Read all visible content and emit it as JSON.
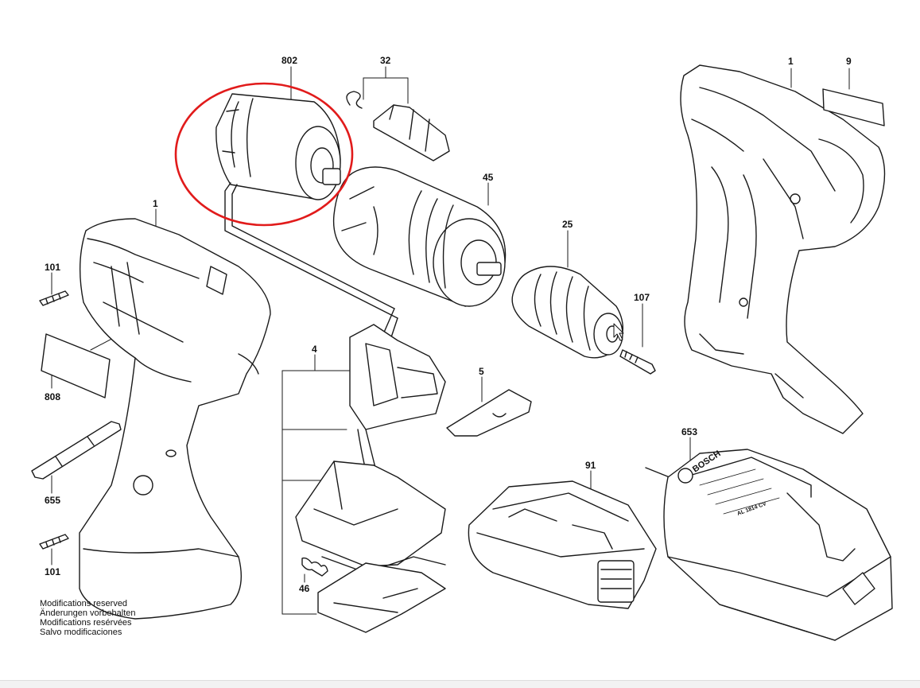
{
  "diagram": {
    "labels": {
      "l802": "802",
      "l32": "32",
      "l1_top": "1",
      "l9": "9",
      "l45": "45",
      "l25": "25",
      "l1_left": "1",
      "l101_top": "101",
      "l808": "808",
      "l107": "107",
      "l4": "4",
      "l5": "5",
      "l653": "653",
      "l91": "91",
      "l655": "655",
      "l101_bottom": "101",
      "l46": "46"
    },
    "charger_text": {
      "brand": "BOSCH",
      "model": "AL 1814 CV"
    },
    "notes": [
      "Modifications reserved",
      "Änderungen vorbehalten",
      "Modifications resérvées",
      "Salvo modificaciones"
    ],
    "highlight_color": "#e11b1b",
    "line_color": "#1a1a1a"
  }
}
